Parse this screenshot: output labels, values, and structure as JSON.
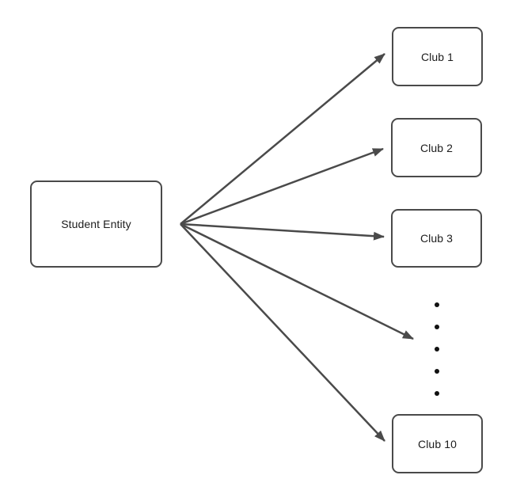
{
  "diagram": {
    "title": "Student Entity to Clubs fan-out diagram",
    "source": {
      "label": "Student Entity"
    },
    "targets": [
      {
        "label": "Club 1"
      },
      {
        "label": "Club 2"
      },
      {
        "label": "Club 3"
      },
      {
        "label": "Club 10"
      }
    ],
    "ellipsis_dot_count": 5,
    "arrow_count": 5
  },
  "colors": {
    "node_border": "#4a4a4a",
    "arrow": "#4a4a4a",
    "text": "#1c1c1c",
    "dot": "#111111",
    "background": "#ffffff"
  }
}
